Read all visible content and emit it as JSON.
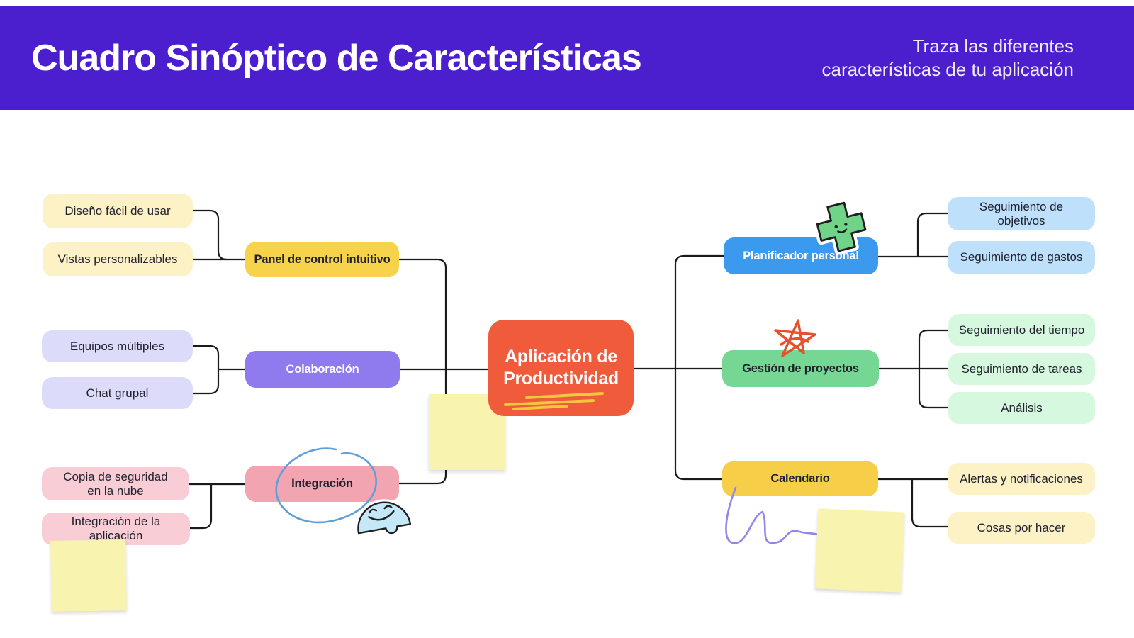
{
  "header": {
    "title": "Cuadro Sinóptico de Características",
    "subtitle": "Traza las diferentes características de tu aplicación"
  },
  "center": {
    "label_line1": "Aplicación de",
    "label_line2": "Productividad"
  },
  "branches": {
    "left": [
      {
        "label": "Panel de control intuitivo",
        "children": [
          "Diseño fácil de usar",
          "Vistas personalizables"
        ]
      },
      {
        "label": "Colaboración",
        "children": [
          "Equipos múltiples",
          "Chat grupal"
        ]
      },
      {
        "label": "Integración",
        "children": [
          "Copia de seguridad en la nube",
          "Integración de la aplicación"
        ]
      }
    ],
    "right": [
      {
        "label": "Planificador personal",
        "children": [
          "Seguimiento de objetivos",
          "Seguimiento de gastos"
        ]
      },
      {
        "label": "Gestión de proyectos",
        "children": [
          "Seguimiento del tiempo",
          "Seguimiento de tareas",
          "Análisis"
        ]
      },
      {
        "label": "Calendario",
        "children": [
          "Alertas y notificaciones",
          "Cosas por hacer"
        ]
      }
    ]
  },
  "decorations": {
    "stickers": [
      "green-cross-smiley",
      "red-star-scribble",
      "blue-circle-scribble",
      "blue-fan-smiley",
      "purple-squiggle",
      "yellow-underline",
      "sticky-notes"
    ]
  },
  "colors": {
    "header_bg": "#4C1FCE",
    "center_node": "#F05B3B",
    "yellow_parent": "#F7D24B",
    "yellow_child": "#FCF2C6",
    "purple_parent": "#8F7BEE",
    "purple_child": "#DCDBFA",
    "pink_parent": "#F2A4B1",
    "pink_child": "#F8CDD6",
    "blue_parent": "#3B99EE",
    "blue_child": "#BEE0FA",
    "green_parent": "#76D795",
    "green_child": "#D5F8DF",
    "gold_parent": "#F6CE48",
    "sticky_note": "#F8F4B0",
    "connector": "#1A1A1A",
    "cross_sticker": "#6FD488",
    "star_scribble": "#E7502B",
    "circle_scribble": "#5E9FD8",
    "fan_sticker": "#C5E8F8",
    "squiggle": "#8F86EF",
    "underline_doodle": "#F2C63D"
  }
}
